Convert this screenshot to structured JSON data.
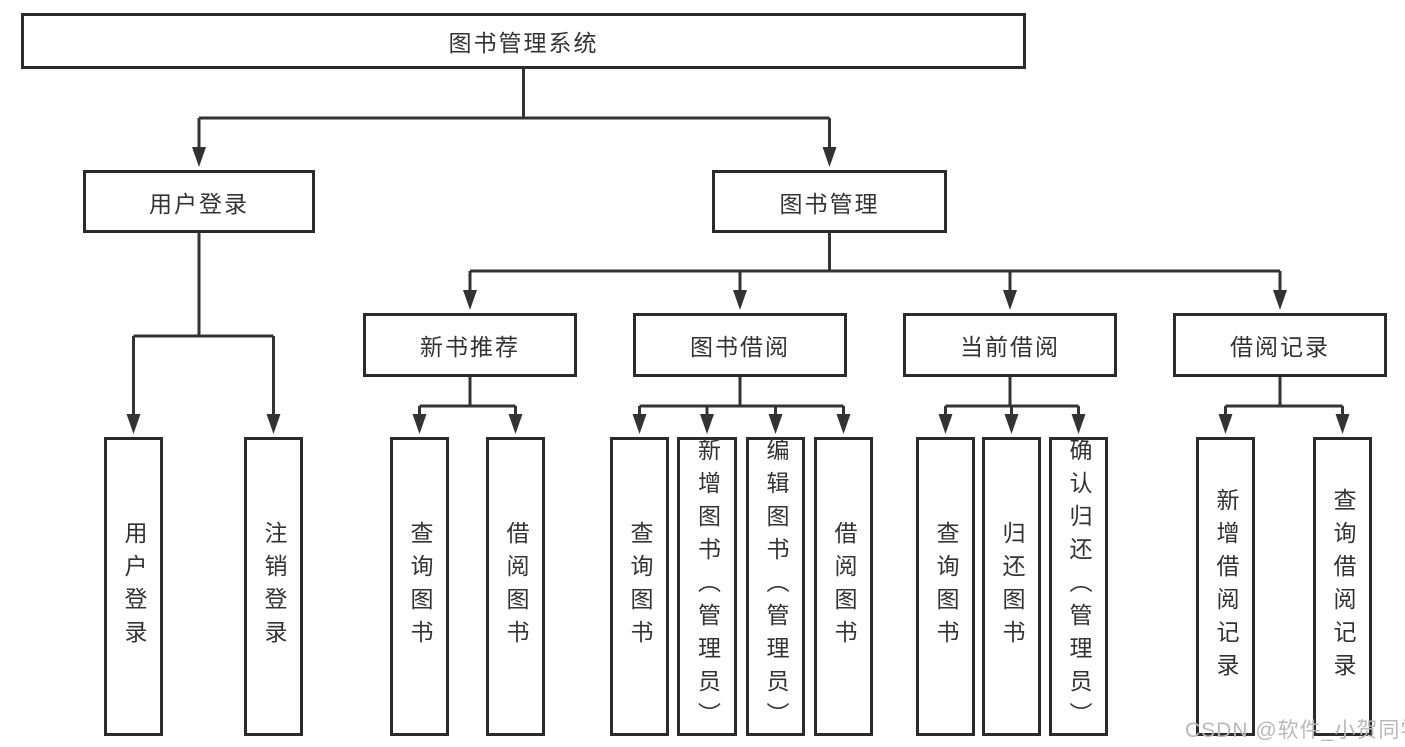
{
  "diagram": {
    "title": "图书管理系统",
    "level2": {
      "user_login": "用户登录",
      "book_management": "图书管理"
    },
    "level3": {
      "new_book_recommend": "新书推荐",
      "book_borrow": "图书借阅",
      "current_borrow": "当前借阅",
      "borrow_record": "借阅记录"
    },
    "leaves": {
      "user_login": [
        "用户登录",
        "注销登录"
      ],
      "new_book_recommend": [
        "查询图书",
        "借阅图书"
      ],
      "book_borrow": [
        "查询图书",
        "新增图书（管理员）",
        "编辑图书（管理员）",
        "借阅图书"
      ],
      "current_borrow": [
        "查询图书",
        "归还图书",
        "确认归还（管理员）"
      ],
      "borrow_record": [
        "新增借阅记录",
        "查询借阅记录"
      ]
    },
    "watermark": "CSDN @软件_小贺同学",
    "colors": {
      "line": "#333333",
      "border": "#2b2b2b",
      "text": "#333333",
      "watermark": "#b9b9b9",
      "background": "#ffffff"
    }
  }
}
